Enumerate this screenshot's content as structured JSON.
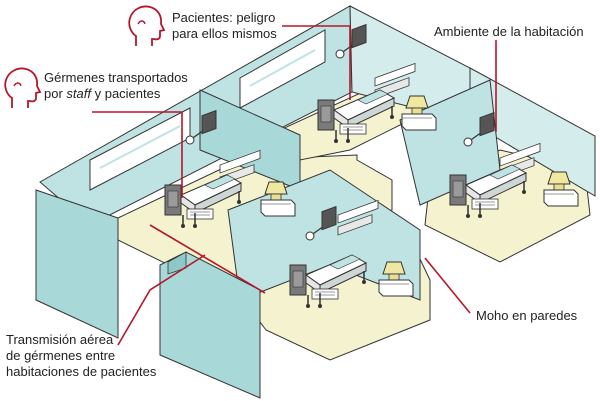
{
  "labels": {
    "danger": {
      "line1": "Pacientes: peligro",
      "line2": "para ellos mismos"
    },
    "germs": {
      "line1": "Gérmenes transportados",
      "line2_pre": "por ",
      "line2_em": "staff",
      "line2_post": " y pacientes"
    },
    "ambient": {
      "line1": "Ambiente de la habitación"
    },
    "mold": {
      "line1": "Moho en paredes"
    },
    "air": {
      "line1": "Transmisión aérea",
      "line2": "de gérmenes entre",
      "line3": "habitaciones de pacientes"
    }
  },
  "colors": {
    "accent": "#b5172a",
    "wall": "#bfe3e3",
    "wall_dark": "#8fc8c8",
    "floor": "#f4f2cf",
    "outline": "#333333",
    "bed": "#7a7a7a"
  },
  "icons": {
    "head_1": "head-profile-icon",
    "head_2": "head-profile-icon"
  }
}
